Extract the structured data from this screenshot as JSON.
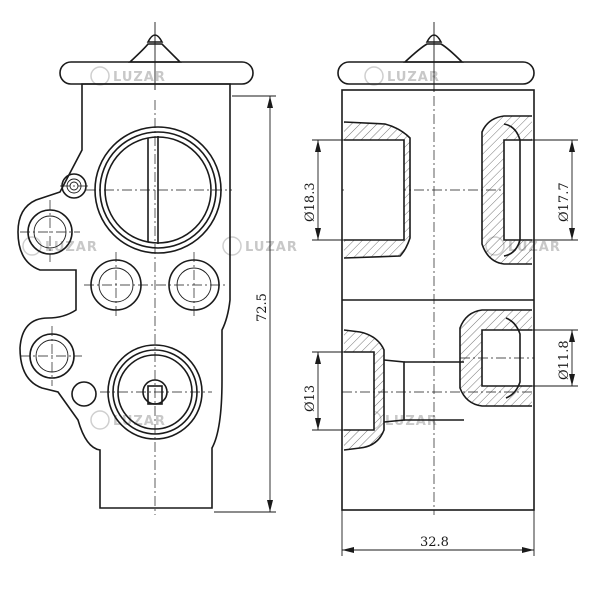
{
  "watermark": {
    "brand": "LUZAR",
    "color": "#cfcfcf"
  },
  "dimensions": {
    "height": "72.5",
    "width": "32.8",
    "port_top_left": "Ø18.3",
    "port_top_right": "Ø17.7",
    "port_bottom_left": "Ø13",
    "port_bottom_right": "Ø11.8"
  },
  "colors": {
    "line": "#1a1a1a",
    "background": "#ffffff"
  }
}
